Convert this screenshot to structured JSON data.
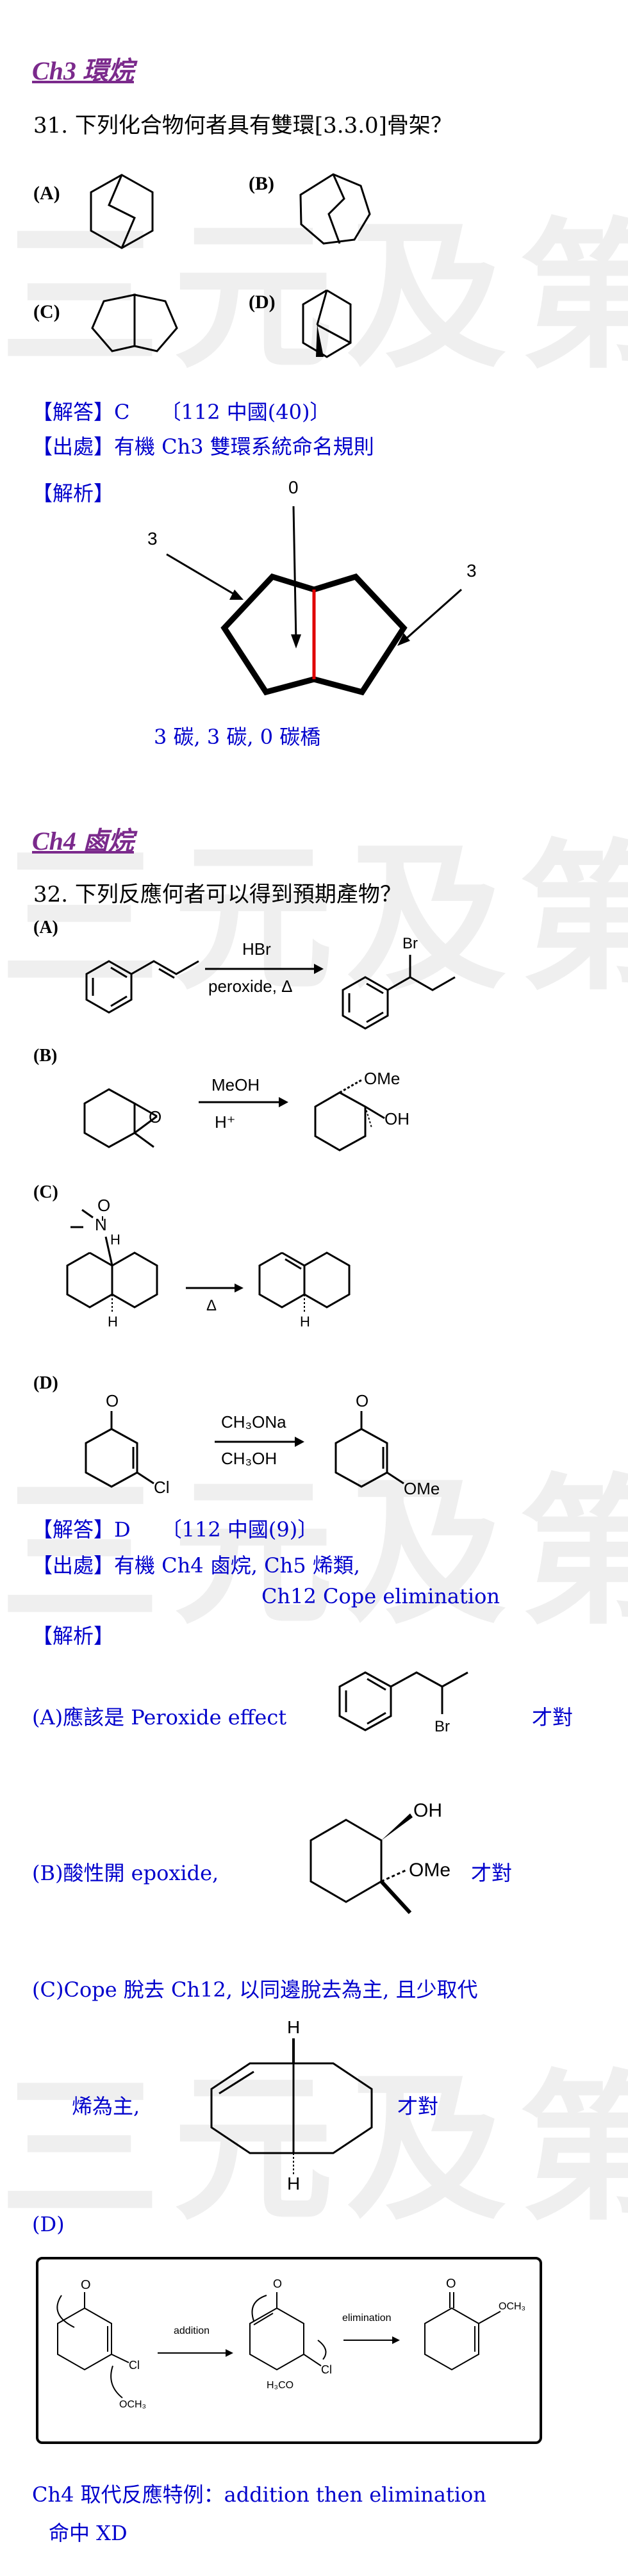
{
  "watermark": "三元及第",
  "ch3": {
    "title": "Ch3 環烷",
    "q_number": "31.",
    "question": "下列化合物何者具有雙環[3.3.0]骨架？",
    "options": [
      "(A)",
      "(B)",
      "(C)",
      "(D)"
    ],
    "answer": "【解答】C　　〔112 中國(40)〕",
    "source": "【出處】有機 Ch3 雙環系統命名規則",
    "analysis": "【解析】",
    "label_left": "3",
    "label_top": "0",
    "label_right": "3",
    "bridge_note": "3 碳, 3 碳, 0  碳橋"
  },
  "ch4": {
    "title": "Ch4 鹵烷",
    "q_number": "32.",
    "question": "下列反應何者可以得到預期產物？",
    "options": [
      "(A)",
      "(B)",
      "(C)",
      "(D)"
    ],
    "rxnA": {
      "reagent_top": "HBr",
      "reagent_bottom": "peroxide, Δ",
      "product_label": "Br"
    },
    "rxnB": {
      "reagent_top": "MeOH",
      "reagent_bottom": "H⁺",
      "label_ome": "OMe",
      "label_oh": "OH"
    },
    "rxnC": {
      "reagent_bottom": "Δ",
      "label_o": "O",
      "label_n": "N",
      "label_h": "H"
    },
    "rxnD": {
      "reagent_top": "CH₃ONa",
      "reagent_bottom": "CH₃OH",
      "label_cl": "Cl",
      "label_ome": "OMe",
      "label_o": "O"
    },
    "answer": "【解答】D　　〔112 中國(9)〕",
    "source_line1": "【出處】有機 Ch4 鹵烷, Ch5 烯類,",
    "source_line2": "Ch12 Cope elimination",
    "analysis": "【解析】",
    "expA_left": "(A)應該是 Peroxide effect",
    "expA_right": "才對",
    "expA_br": "Br",
    "expB_left": "(B)酸性開 epoxide,",
    "expB_ome": "OMe",
    "expB_right": "才對",
    "expB_oh": "OH",
    "expC_line1": "(C)Cope  脫去 Ch12, 以同邊脫去為主, 且少取代",
    "expC_left": "烯為主,",
    "expC_right": "才對",
    "expC_h": "H",
    "expD_label": "(D)",
    "mech_addition": "addition",
    "mech_elimination": "elimination",
    "mech_och3": "OCH₃",
    "mech_h3co": "H₃CO",
    "mech_cl": "Cl",
    "mech_o": "O",
    "footer1": "Ch4 取代反應特例：addition then elimination",
    "footer2": "命中 XD"
  }
}
